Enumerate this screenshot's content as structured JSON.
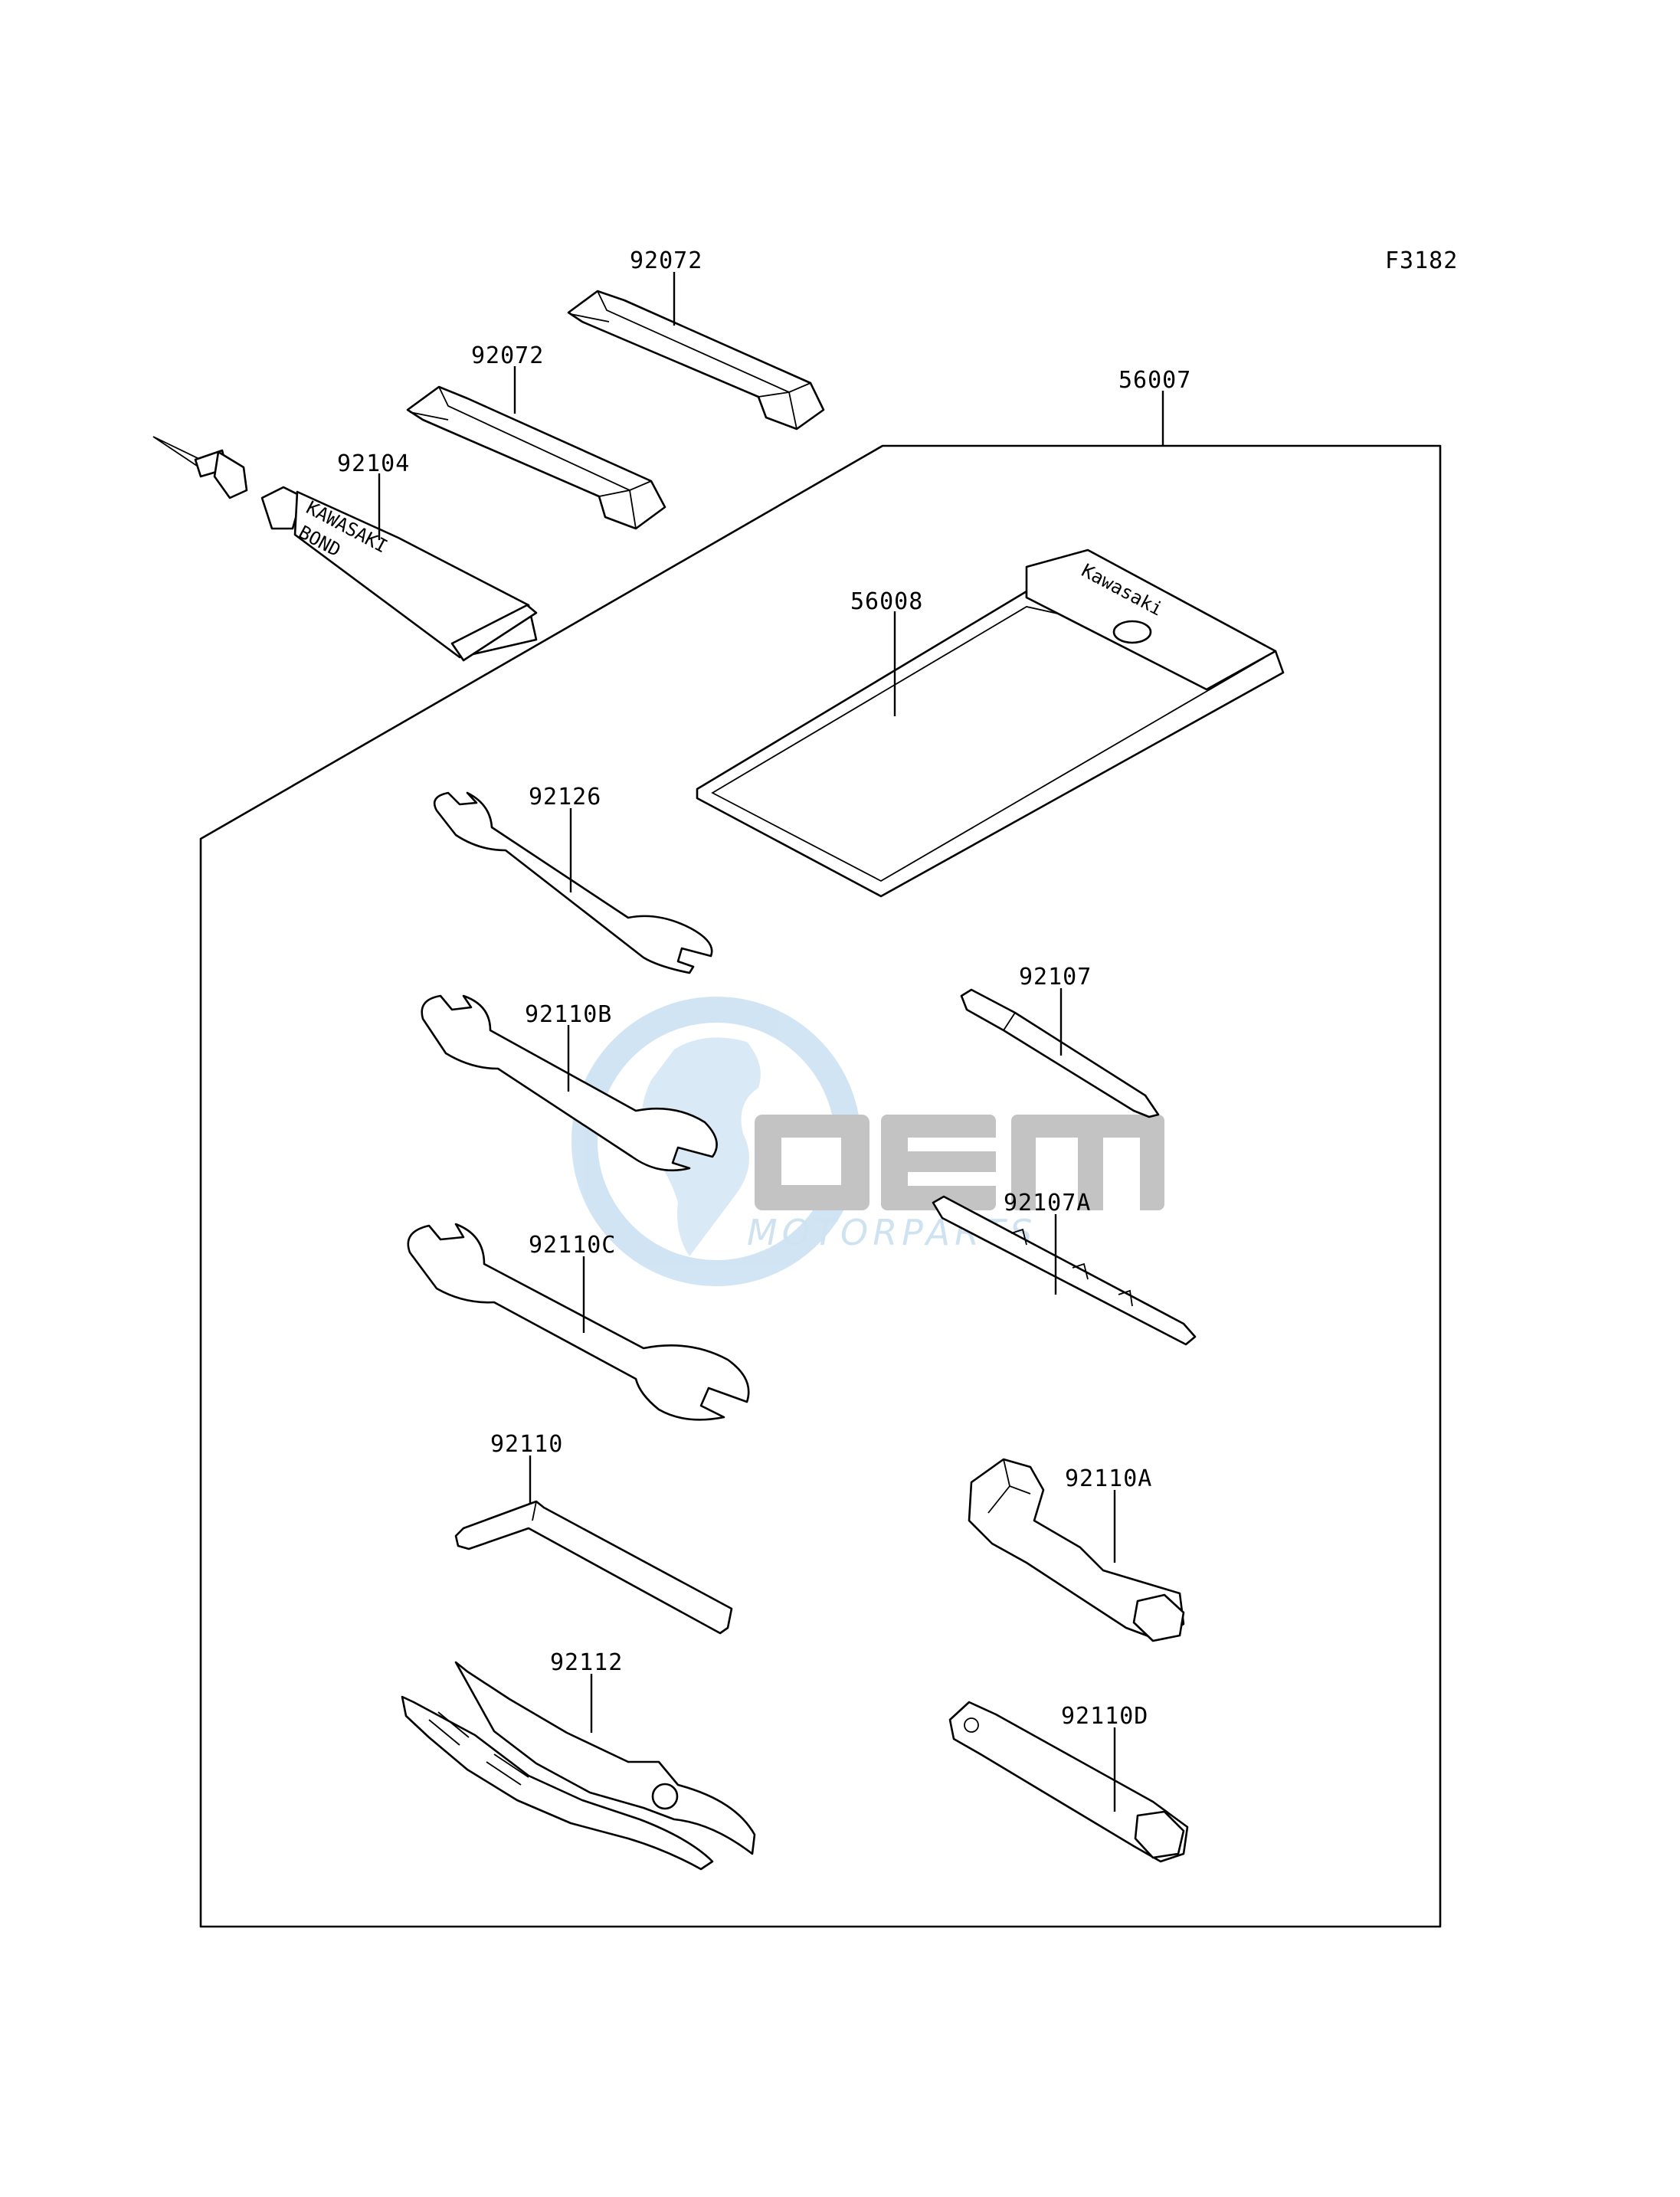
{
  "figure_code": "F3182",
  "kit_group": "56007",
  "parts": {
    "strap_upper": "92072",
    "strap_lower": "92072",
    "bond_tube": "92104",
    "tool_bag": "56008",
    "wrench_1": "92126",
    "wrench_2": "92110B",
    "wrench_3": "92110C",
    "hex_key": "92110",
    "pliers": "92112",
    "screwdriver_1": "92107",
    "screwdriver_2": "92107A",
    "box_wrench": "92110A",
    "spark_plug_wrench": "92110D"
  },
  "imprints": {
    "bag_brand": "Kawasaki",
    "tube_brand": "KAWASAKI",
    "tube_product": "BOND"
  },
  "watermark": {
    "logo": "OEM",
    "subtitle": "MOTORPARTS",
    "colors": {
      "globe": "#bcd8ef",
      "letters": "#aeaeae"
    }
  }
}
